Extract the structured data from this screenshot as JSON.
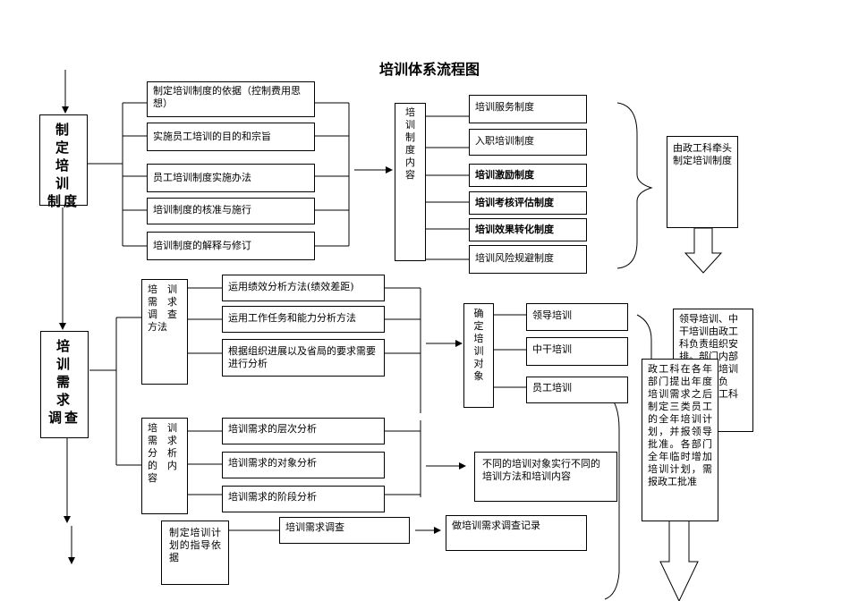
{
  "title": "培训体系流程图",
  "sections": {
    "system": "制 定\n培 训\n制度",
    "survey": "培 训\n需 求\n调查"
  },
  "system_items": [
    "制定培训制度的依据（控制费用思想）",
    "实施员工培训的目的和宗旨",
    "员工培训制度实施办法",
    "培训制度的核准与施行",
    "培训制度的解释与修订"
  ],
  "content_label": "培\n训\n制\n度\n内\n容",
  "content_items": [
    "培训服务制度",
    "入职培训制度",
    "培训激励制度",
    "培训考核评估制度",
    "培训效果转化制度",
    "培训风险规避制度"
  ],
  "responsible_note": "由政工科牵头制定培训制度",
  "methods_label": "培　训\n需　求\n调　查\n方法",
  "methods": [
    "运用绩效分析方法(绩效差距)",
    "运用工作任务和能力分析方法",
    "根据组织进展以及省局的要求需要进行分析"
  ],
  "analysis_label": "培　训\n需　求\n分　析\n的　内\n容",
  "analysis_items": [
    "培训需求的层次分析",
    "培训需求的对象分析",
    "培训需求的阶段分析"
  ],
  "target_label": "确\n定\n培\n训\n对\n象",
  "targets": [
    "领导培训",
    "中干培训",
    "员工培训"
  ],
  "leader_note": "领导培训、中干培训由政工科负责组织安排。部门内部业务技能培训由各部门负责，报政工科备案",
  "staff_note": "政工科在各年部门提出年度培训需求之后制定三类员工的全年培训计划，并报领导批准。各部门全年临时增加培训计划，需报政工批准",
  "diff_note": "不同的培训对象实行不同的培训方法和培训内容",
  "plan_basis": "制定培训计划的指导依据",
  "survey_item": "培训需求调查",
  "record_item": "做培训需求调查记录"
}
